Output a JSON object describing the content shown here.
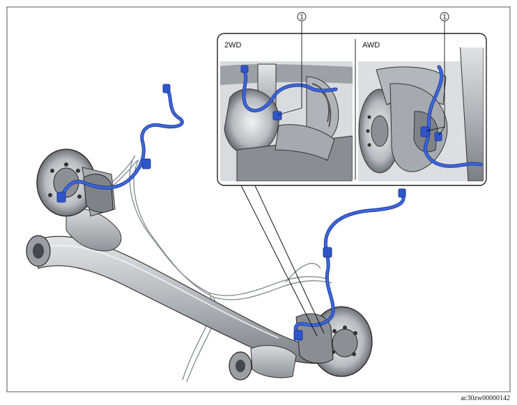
{
  "figure": {
    "code": "ac30zw00000142"
  },
  "inset": {
    "panels": [
      {
        "id": "2wd",
        "label": "2WD",
        "callout": "1"
      },
      {
        "id": "awd",
        "label": "AWD",
        "callout": "1"
      }
    ]
  },
  "colors": {
    "harness": "#2f55c8",
    "harness_dark": "#1f3c99",
    "metal": "#b9bcc0",
    "metal_dark": "#6f7378",
    "outline": "#222222"
  }
}
